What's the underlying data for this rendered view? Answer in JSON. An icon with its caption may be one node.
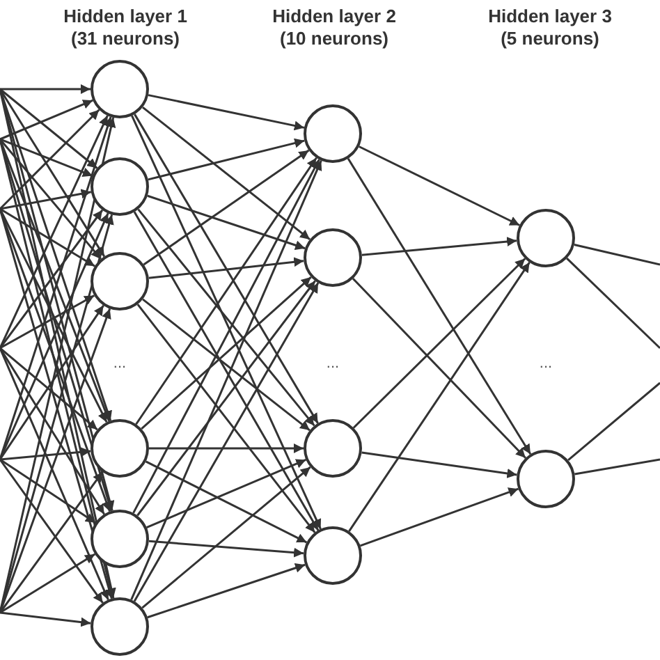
{
  "diagram": {
    "nodes": [
      {
        "text": [],
        "shape": "circle"
      },
      {
        "text": [],
        "shape": "circle"
      },
      {
        "text": [],
        "shape": "circle"
      },
      {
        "text": [],
        "shape": "circle"
      },
      {
        "text": [],
        "shape": "circle"
      },
      {
        "text": [],
        "shape": "circle"
      },
      {
        "text": [],
        "shape": "circle"
      },
      {
        "text": [],
        "shape": "circle"
      },
      {
        "text": [],
        "shape": "circle"
      },
      {
        "text": [],
        "shape": "circle"
      },
      {
        "text": [],
        "shape": "circle"
      },
      {
        "text": [],
        "shape": "circle"
      }
    ],
    "edges": [
      {
        "from": null,
        "to": 0,
        "arrow": "to"
      },
      {
        "from": null,
        "to": 1,
        "arrow": "to"
      },
      {
        "from": null,
        "to": 2,
        "arrow": "to"
      },
      {
        "from": null,
        "to": 3,
        "arrow": "to"
      },
      {
        "from": null,
        "to": 4,
        "arrow": "to"
      },
      {
        "from": null,
        "to": 5,
        "arrow": "to"
      },
      {
        "from": null,
        "to": 0,
        "arrow": "to"
      },
      {
        "from": null,
        "to": 1,
        "arrow": "to"
      },
      {
        "from": null,
        "to": 2,
        "arrow": "to"
      },
      {
        "from": null,
        "to": 3,
        "arrow": "to"
      },
      {
        "from": null,
        "to": 4,
        "arrow": "to"
      },
      {
        "from": null,
        "to": 5,
        "arrow": "to"
      },
      {
        "from": null,
        "to": 0,
        "arrow": "to"
      },
      {
        "from": null,
        "to": 1,
        "arrow": "to"
      },
      {
        "from": null,
        "to": 2,
        "arrow": "to"
      },
      {
        "from": null,
        "to": 3,
        "arrow": "to"
      },
      {
        "from": null,
        "to": 4,
        "arrow": "to"
      },
      {
        "from": null,
        "to": 5,
        "arrow": "to"
      },
      {
        "from": null,
        "to": 0,
        "arrow": "to"
      },
      {
        "from": null,
        "to": 1,
        "arrow": "to"
      },
      {
        "from": null,
        "to": 2,
        "arrow": "to"
      },
      {
        "from": null,
        "to": 3,
        "arrow": "to"
      },
      {
        "from": null,
        "to": 4,
        "arrow": "to"
      },
      {
        "from": null,
        "to": 5,
        "arrow": "to"
      },
      {
        "from": null,
        "to": 0,
        "arrow": "to"
      },
      {
        "from": null,
        "to": 1,
        "arrow": "to"
      },
      {
        "from": null,
        "to": 2,
        "arrow": "to"
      },
      {
        "from": null,
        "to": 3,
        "arrow": "to"
      },
      {
        "from": null,
        "to": 4,
        "arrow": "to"
      },
      {
        "from": null,
        "to": 5,
        "arrow": "to"
      },
      {
        "from": null,
        "to": 0,
        "arrow": "to"
      },
      {
        "from": null,
        "to": 1,
        "arrow": "to"
      },
      {
        "from": null,
        "to": 2,
        "arrow": "to"
      },
      {
        "from": null,
        "to": 3,
        "arrow": "to"
      },
      {
        "from": null,
        "to": 4,
        "arrow": "to"
      },
      {
        "from": null,
        "to": 5,
        "arrow": "to"
      },
      {
        "from": 0,
        "to": 6,
        "arrow": "to"
      },
      {
        "from": 0,
        "to": 7,
        "arrow": "to"
      },
      {
        "from": 0,
        "to": 8,
        "arrow": "to"
      },
      {
        "from": 0,
        "to": 9,
        "arrow": "to"
      },
      {
        "from": 1,
        "to": 6,
        "arrow": "to"
      },
      {
        "from": 1,
        "to": 7,
        "arrow": "to"
      },
      {
        "from": 1,
        "to": 8,
        "arrow": "to"
      },
      {
        "from": 1,
        "to": 9,
        "arrow": "to"
      },
      {
        "from": 2,
        "to": 6,
        "arrow": "to"
      },
      {
        "from": 2,
        "to": 7,
        "arrow": "to"
      },
      {
        "from": 2,
        "to": 8,
        "arrow": "to"
      },
      {
        "from": 2,
        "to": 9,
        "arrow": "to"
      },
      {
        "from": 3,
        "to": 6,
        "arrow": "to"
      },
      {
        "from": 3,
        "to": 7,
        "arrow": "to"
      },
      {
        "from": 3,
        "to": 8,
        "arrow": "to"
      },
      {
        "from": 3,
        "to": 9,
        "arrow": "to"
      },
      {
        "from": 4,
        "to": 6,
        "arrow": "to"
      },
      {
        "from": 4,
        "to": 7,
        "arrow": "to"
      },
      {
        "from": 4,
        "to": 8,
        "arrow": "to"
      },
      {
        "from": 4,
        "to": 9,
        "arrow": "to"
      },
      {
        "from": 5,
        "to": 6,
        "arrow": "to"
      },
      {
        "from": 5,
        "to": 7,
        "arrow": "to"
      },
      {
        "from": 5,
        "to": 8,
        "arrow": "to"
      },
      {
        "from": 5,
        "to": 9,
        "arrow": "to"
      },
      {
        "from": 6,
        "to": 10,
        "arrow": "to"
      },
      {
        "from": 6,
        "to": 11,
        "arrow": "to"
      },
      {
        "from": 7,
        "to": 10,
        "arrow": "to"
      },
      {
        "from": 7,
        "to": 11,
        "arrow": "to"
      },
      {
        "from": 8,
        "to": 10,
        "arrow": "to"
      },
      {
        "from": 8,
        "to": 11,
        "arrow": "to"
      },
      {
        "from": 9,
        "to": 10,
        "arrow": "to"
      },
      {
        "from": 9,
        "to": 11,
        "arrow": "to"
      },
      {
        "from": 10,
        "to": null,
        "arrow": "none"
      },
      {
        "from": 10,
        "to": null,
        "arrow": "none"
      },
      {
        "from": 11,
        "to": null,
        "arrow": "none"
      },
      {
        "from": 11,
        "to": null,
        "arrow": "none"
      }
    ],
    "labels": [
      "Hidden layer 1 (31 neurons)",
      "Hidden layer 2 (10 neurons)",
      "Hidden layer 3 (5 neurons)",
      "...",
      "...",
      "..."
    ]
  }
}
